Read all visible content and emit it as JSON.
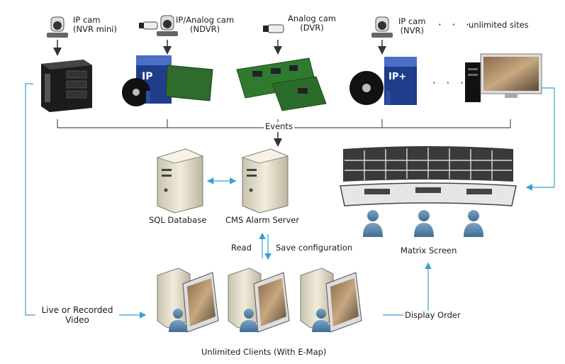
{
  "sources": [
    {
      "label": "IP cam",
      "sub": "(NVR mini)"
    },
    {
      "label": "IP/Analog cam",
      "sub": "(NDVR)"
    },
    {
      "label": "Analog cam",
      "sub": "(DVR)"
    },
    {
      "label": "IP cam",
      "sub": "(NVR)"
    }
  ],
  "top_dots": "· · ·",
  "unlimited_sites": "unlimited sites",
  "mid_dots": "· · ·",
  "events": "Events",
  "sql_database": "SQL Database",
  "cms_alarm_server": "CMS Alarm Server",
  "read": "Read",
  "save_configuration": "Save configuration",
  "matrix_screen": "Matrix Screen",
  "live_video_line1": "Live or Recorded",
  "live_video_line2": "Video",
  "display_order": "Display Order",
  "unlimited_clients": "Unlimited Clients (With E-Map)",
  "colors": {
    "connector": "#3a9fd0",
    "bracket": "#555555",
    "user": "#5b86aa",
    "server": "#e2dcc8"
  }
}
